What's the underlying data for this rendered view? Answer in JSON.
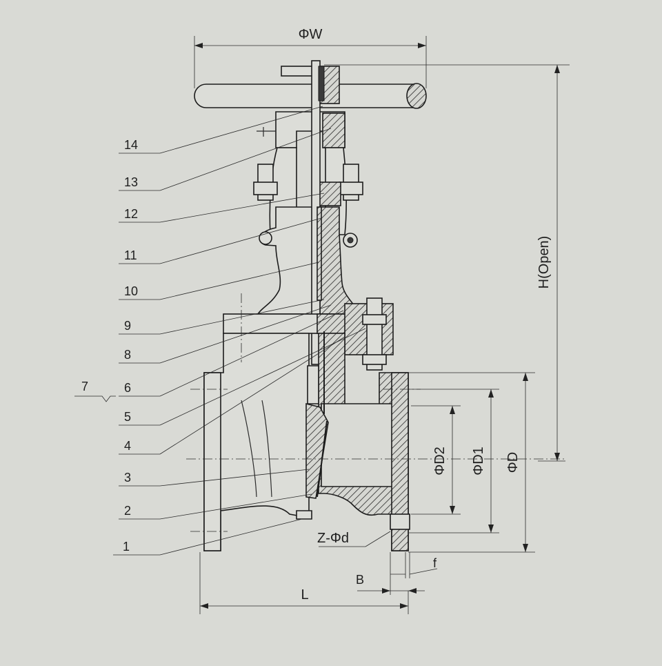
{
  "dimensions": {
    "width_label": "ΦW",
    "height_label": "H(Open)",
    "d2_label": "ΦD2",
    "d1_label": "ΦD1",
    "d_label": "ΦD",
    "bolt_label": "Z-Φd",
    "f_label": "f",
    "b_label": "B",
    "l_label": "L"
  },
  "parts": [
    "1",
    "2",
    "3",
    "4",
    "5",
    "6",
    "7",
    "8",
    "9",
    "10",
    "11",
    "12",
    "13",
    "14"
  ]
}
